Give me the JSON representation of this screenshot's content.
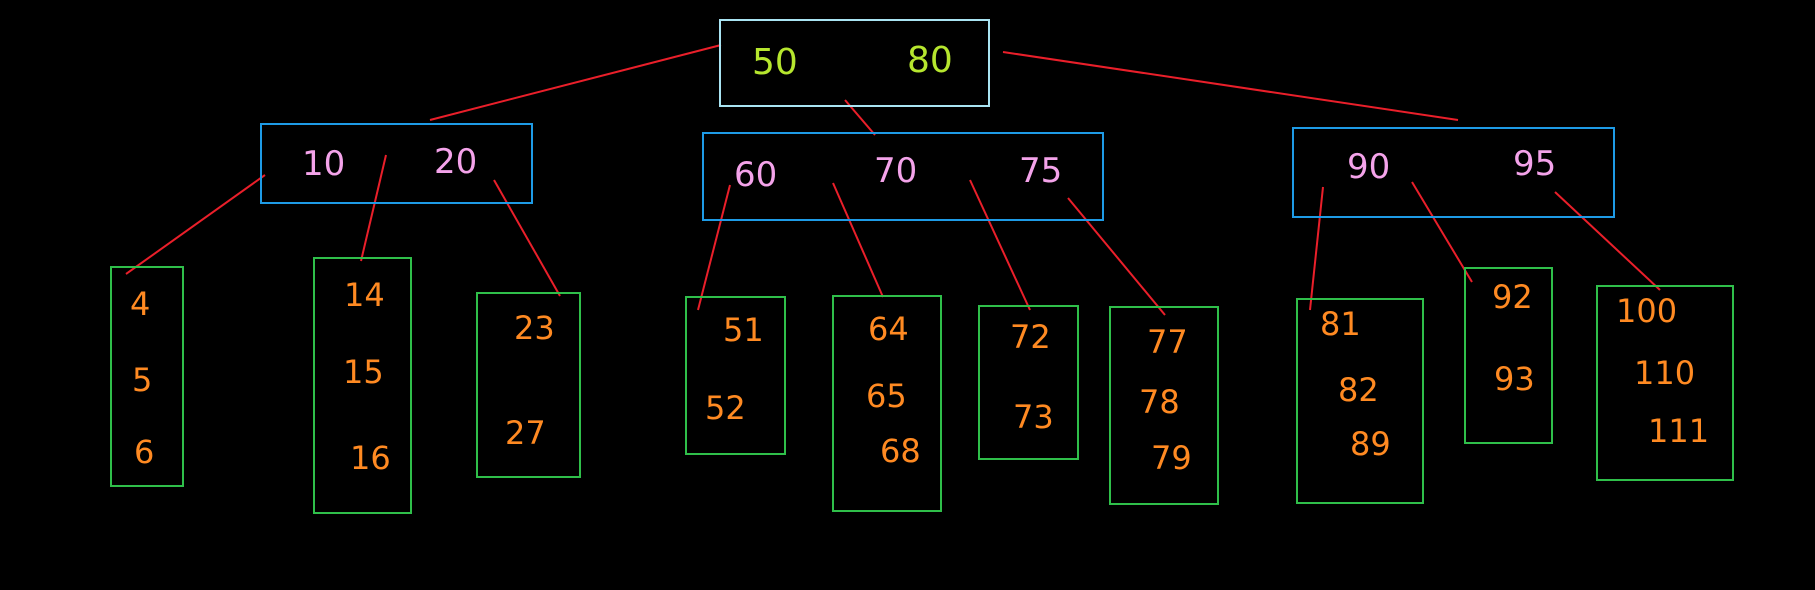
{
  "tree": {
    "root": {
      "keys": [
        "50",
        "80"
      ]
    },
    "level1": [
      {
        "keys": [
          "10",
          "20"
        ]
      },
      {
        "keys": [
          "60",
          "70",
          "75"
        ]
      },
      {
        "keys": [
          "90",
          "95"
        ]
      }
    ],
    "leaves": [
      {
        "keys": [
          "4",
          "5",
          "6"
        ]
      },
      {
        "keys": [
          "14",
          "15",
          "16"
        ]
      },
      {
        "keys": [
          "23",
          "27"
        ]
      },
      {
        "keys": [
          "51",
          "52"
        ]
      },
      {
        "keys": [
          "64",
          "65",
          "68"
        ]
      },
      {
        "keys": [
          "72",
          "73"
        ]
      },
      {
        "keys": [
          "77",
          "78",
          "79"
        ]
      },
      {
        "keys": [
          "81",
          "82",
          "89"
        ]
      },
      {
        "keys": [
          "92",
          "93"
        ]
      },
      {
        "keys": [
          "100",
          "110",
          "111"
        ]
      }
    ]
  },
  "colors": {
    "root_border": "#a9e4f2",
    "internal_border": "#1e9be6",
    "leaf_border": "#2fbf4a",
    "edge": "#ea1f2a",
    "root_text": "#b6e62e",
    "internal_text": "#f4a3ea",
    "leaf_text": "#ff8a22"
  }
}
